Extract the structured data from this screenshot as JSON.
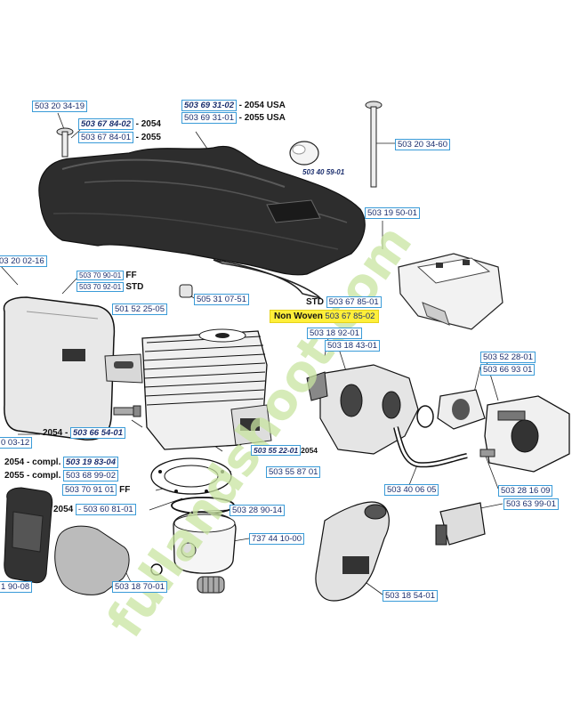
{
  "labels": {
    "l1": "503 20 34-19",
    "l2a": "503 67 84-02",
    "l2b": "- 2054",
    "l3a": "503 67 84-01",
    "l3b": "- 2055",
    "l4a": "503 69 31-02",
    "l4b": "- 2054 USA",
    "l5a": "503 69 31-01",
    "l5b": "- 2055 USA",
    "l6": "503 20 34-60",
    "l7": "503 40 59-01",
    "l8": "503 19 50-01",
    "l9": "03 20 02-16",
    "l10a": "503 70 90-01",
    "l10b": "FF",
    "l11a": "503 70 92-01",
    "l11b": "STD",
    "l12": "505 31 07-51",
    "l13": "501 52 25-05",
    "l14a": "STD",
    "l14b": "503 67 85-01",
    "l15a": "Non Woven",
    "l15b": "503 67 85-02",
    "l16": "503 18 92-01",
    "l17": "503 18 43-01",
    "l18": "503 52 28-01",
    "l19": "503 66 93 01",
    "l20a": "2054 -",
    "l20b": "503 66 54-01",
    "l21": "0 03-12",
    "l22a": "503 55 22-01",
    "l22b": "2054",
    "l23": "503 55 87 01",
    "l24a": "2054 - compl.",
    "l24b": "503 19 83-04",
    "l25a": "2055 - compl.",
    "l25b": "503 68 99-02",
    "l26a": "503 70 91 01",
    "l26b": "FF",
    "l27a": "2054",
    "l27b": "- 503 60 81-01",
    "l28": "503 40 06 05",
    "l29": "503 28 16 09",
    "l30": "503 63 99-01",
    "l31": "503 28 90-14",
    "l32": "737 44 10-00",
    "l33": "1 90-08",
    "l34": "503 18 70-01",
    "l35": "503 18 54-01"
  },
  "watermark": {
    "text": "fullandshoot.com",
    "color": "#c8e4a0"
  }
}
